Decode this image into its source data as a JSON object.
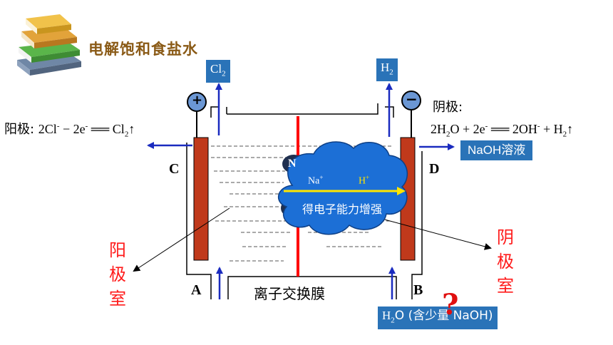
{
  "title": "电解饱和食盐水",
  "icons": {
    "books": "books-icon",
    "plus": "plus-terminal-icon",
    "minus": "minus-terminal-icon"
  },
  "colors": {
    "box": "#2a73b8",
    "electrode": "#c0391b",
    "membrane": "#ff0000",
    "arrow": "#1a2bbf",
    "red_text": "#ff1a1a",
    "cloud": "#1c6fd6"
  },
  "gas": {
    "anode": {
      "base": "Cl",
      "sub": "2"
    },
    "cathode": {
      "base": "H",
      "sub": "2"
    }
  },
  "terminals": {
    "positive": "+",
    "negative": "−"
  },
  "anode_eq": {
    "label": "阳极: ",
    "text1": "2Cl",
    "sup1": "-",
    "text2": " − 2e",
    "sup2": "-",
    "text3": " ══ Cl",
    "sub3": "2",
    "arrow": "↑"
  },
  "cathode_eq": {
    "label": "阴极:",
    "line2": {
      "t1": "2H",
      "s1": "2",
      "t2": "O + 2e",
      "p2": "-",
      "t3": " ══ 2OH",
      "p3": "-",
      "t4": " + H",
      "s4": "2",
      "arrow": "↑"
    }
  },
  "outlet": {
    "naoh": "NaOH溶液"
  },
  "ports": {
    "C": "C",
    "D": "D",
    "A": "A",
    "B": "B"
  },
  "rooms": {
    "anode": [
      "阳",
      "极",
      "室"
    ],
    "cathode": [
      "阴",
      "极",
      "室"
    ]
  },
  "membrane": "离子交换膜",
  "cloud": {
    "na": "Na",
    "na_sup": "+",
    "h": "H",
    "h_sup": "+",
    "text": "得电子能力增强",
    "hidden_n": "N"
  },
  "inlet": {
    "t1": "H",
    "s1": "2",
    "t2": "O (含少量 NaOH)"
  },
  "question": "?"
}
